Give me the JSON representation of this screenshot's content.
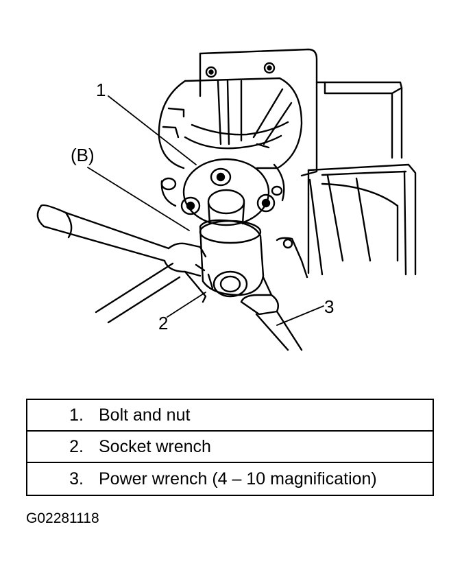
{
  "callouts": {
    "one": "1",
    "b": "(B)",
    "two": "2",
    "three": "3"
  },
  "legend": {
    "items": [
      {
        "num": "1.",
        "text": "Bolt and nut"
      },
      {
        "num": "2.",
        "text": "Socket wrench"
      },
      {
        "num": "3.",
        "text": "Power wrench (4 – 10 magnification)"
      }
    ]
  },
  "figure_code": "G02281118"
}
